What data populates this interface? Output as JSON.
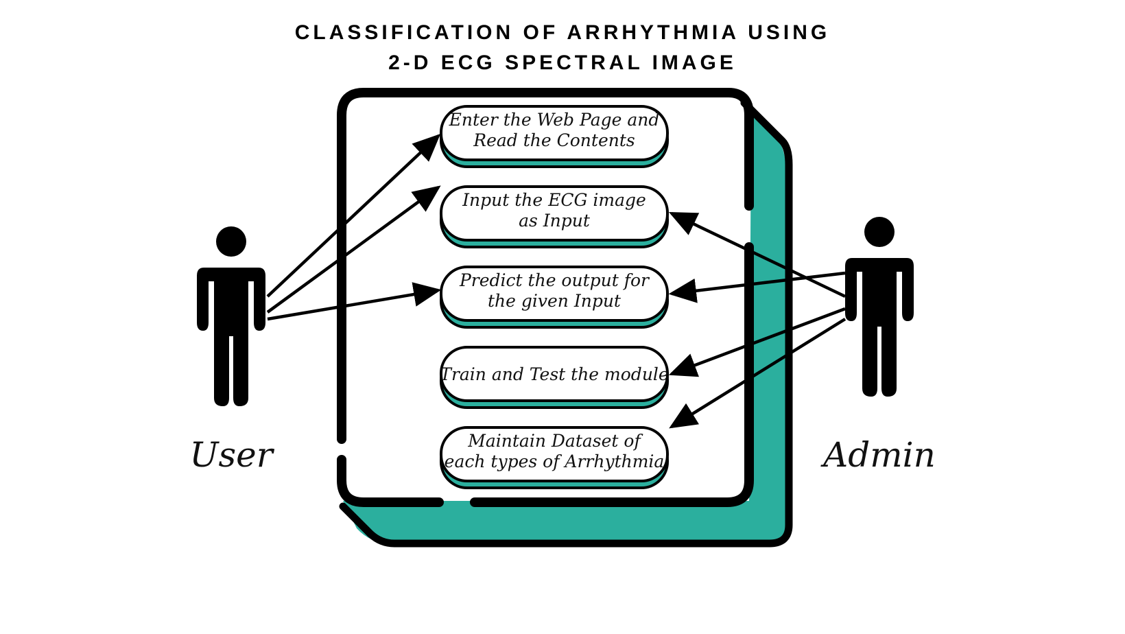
{
  "title": {
    "line1": "CLASSIFICATION OF ARRHYTHMIA USING",
    "line2": "2-D ECG SPECTRAL IMAGE"
  },
  "colors": {
    "accent": "#2baf9e",
    "stroke": "#000000"
  },
  "actors": {
    "user": {
      "label": "User",
      "icon": "person-icon"
    },
    "admin": {
      "label": "Admin",
      "icon": "person-icon"
    }
  },
  "use_cases": [
    {
      "line1": "Enter the Web Page and",
      "line2": "Read the Contents"
    },
    {
      "line1": "Input the ECG image",
      "line2": "as Input"
    },
    {
      "line1": "Predict the output for",
      "line2": "the given Input"
    },
    {
      "line1": "Train and Test the module",
      "line2": ""
    },
    {
      "line1": "Maintain Dataset of",
      "line2": "each types of Arrhythmia"
    }
  ],
  "connections": {
    "user": [
      0,
      1,
      2
    ],
    "admin": [
      1,
      2,
      3,
      4
    ]
  }
}
